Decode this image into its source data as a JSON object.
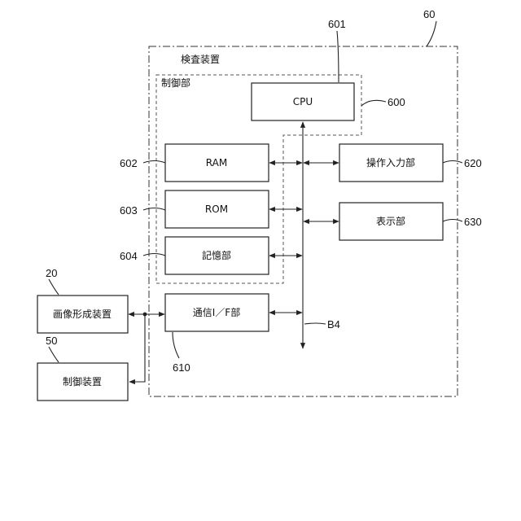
{
  "diagram": {
    "refs": {
      "device": "60",
      "cpu": "601",
      "control_group": "600",
      "ram": "602",
      "rom": "603",
      "storage": "604",
      "operation": "620",
      "display": "630",
      "comm": "610",
      "bus": "B4",
      "image_forming": "20",
      "control_device": "50"
    },
    "labels": {
      "device_title": "検査装置",
      "control_group_title": "制御部",
      "cpu": "CPU",
      "ram": "RAM",
      "rom": "ROM",
      "storage": "記憶部",
      "comm": "通信I／F部",
      "operation": "操作入力部",
      "display": "表示部",
      "image_forming": "画像形成装置",
      "control_device": "制御装置"
    }
  }
}
